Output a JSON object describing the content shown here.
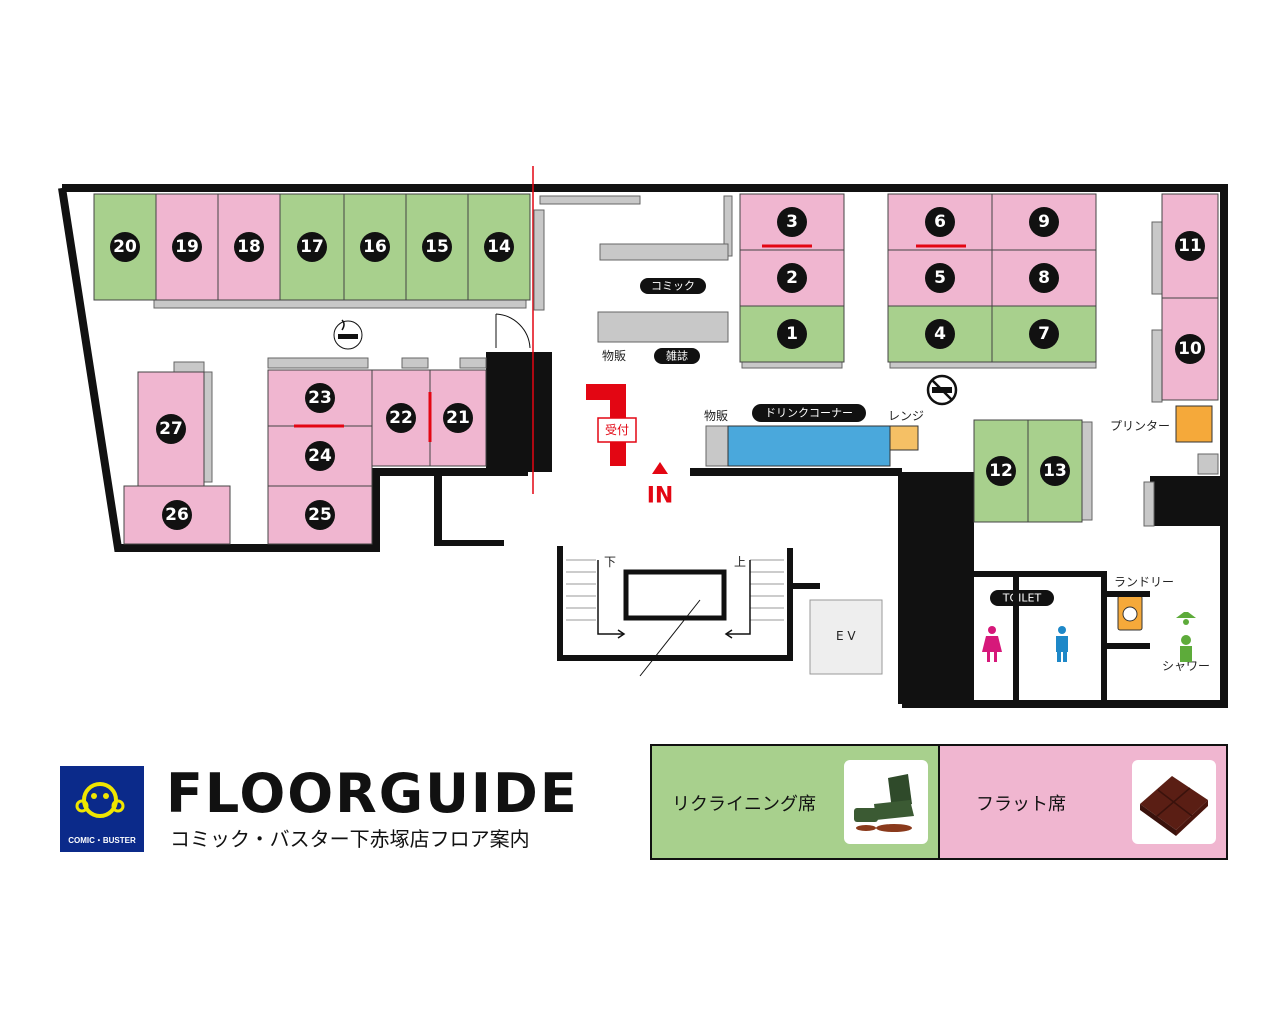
{
  "map": {
    "booths": [
      {
        "num": "1",
        "type": "recliner"
      },
      {
        "num": "2",
        "type": "flat"
      },
      {
        "num": "3",
        "type": "flat"
      },
      {
        "num": "4",
        "type": "recliner"
      },
      {
        "num": "5",
        "type": "flat"
      },
      {
        "num": "6",
        "type": "flat"
      },
      {
        "num": "7",
        "type": "recliner"
      },
      {
        "num": "8",
        "type": "flat"
      },
      {
        "num": "9",
        "type": "flat"
      },
      {
        "num": "10",
        "type": "flat"
      },
      {
        "num": "11",
        "type": "flat"
      },
      {
        "num": "12",
        "type": "recliner"
      },
      {
        "num": "13",
        "type": "recliner"
      },
      {
        "num": "14",
        "type": "recliner"
      },
      {
        "num": "15",
        "type": "recliner"
      },
      {
        "num": "16",
        "type": "recliner"
      },
      {
        "num": "17",
        "type": "recliner"
      },
      {
        "num": "18",
        "type": "flat"
      },
      {
        "num": "19",
        "type": "flat"
      },
      {
        "num": "20",
        "type": "recliner"
      },
      {
        "num": "21",
        "type": "flat"
      },
      {
        "num": "22",
        "type": "flat"
      },
      {
        "num": "23",
        "type": "flat"
      },
      {
        "num": "24",
        "type": "flat"
      },
      {
        "num": "25",
        "type": "flat"
      },
      {
        "num": "26",
        "type": "flat"
      },
      {
        "num": "27",
        "type": "flat"
      }
    ],
    "labels": {
      "comic": "コミック",
      "magazine": "雑誌",
      "merch_left": "物販",
      "merch_right": "物販",
      "drink_corner": "ドリンクコーナー",
      "microwave": "レンジ",
      "printer": "プリンター",
      "reception": "受付",
      "entrance": "IN",
      "stairs_down": "下",
      "stairs_up": "上",
      "elevator": "E V",
      "toilet": "TOILET",
      "laundry": "ランドリー",
      "shower": "シャワー"
    },
    "colors": {
      "recliner": "#a8d08d",
      "flat": "#f0b6d0",
      "wall": "#111111",
      "drink": "#4aa8dc",
      "accent": "#e30613",
      "printer": "#f5a93a"
    }
  },
  "footer": {
    "logo_text": "COMIC・BUSTER",
    "title": "FLOORGUIDE",
    "subtitle": "コミック・バスター下赤塚店フロア案内"
  },
  "legend": {
    "recliner_label": "リクライニング席",
    "flat_label": "フラット席"
  }
}
